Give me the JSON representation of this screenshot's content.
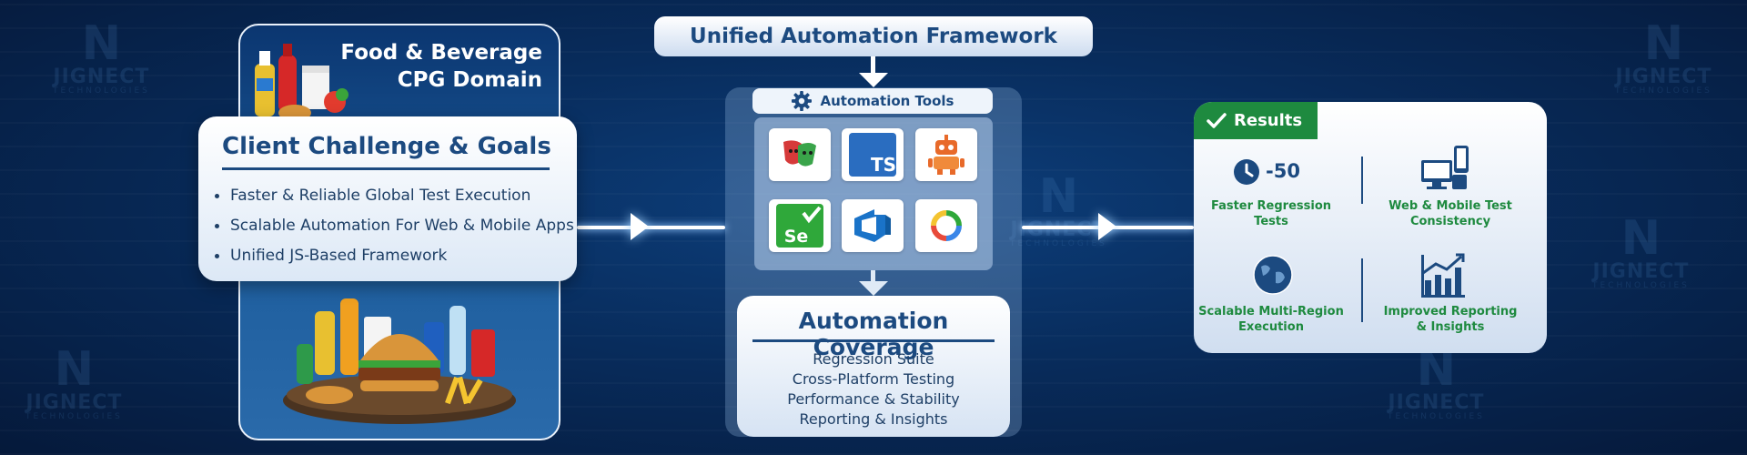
{
  "watermark": {
    "line1": "JIGNECT",
    "line2": "TECHNOLOGIES"
  },
  "domain_card": {
    "title_line1": "Food & Beverage",
    "title_line2": "CPG Domain"
  },
  "challenge": {
    "title": "Client Challenge & Goals",
    "items": [
      "Faster & Reliable Global Test Execution",
      "Scalable Automation For Web & Mobile Apps",
      "Unified JS-Based Framework"
    ]
  },
  "framework": {
    "title": "Unified Automation Framework"
  },
  "tools": {
    "title": "Automation Tools",
    "icons": [
      "playwright-icon",
      "typescript-icon",
      "appium-robot-icon",
      "selenium-icon",
      "azure-devops-icon",
      "looker-chart-icon"
    ],
    "ts_label": "TS",
    "se_label": "Se"
  },
  "coverage": {
    "title": "Automation Coverage",
    "items": [
      "Regression Suite",
      "Cross-Platform Testing",
      "Performance & Stability",
      "Reporting & Insights"
    ]
  },
  "results": {
    "title": "Results",
    "metrics": [
      {
        "value": "-50",
        "label_line1": "Faster Regression",
        "label_line2": "Tests",
        "icon": "clock-icon"
      },
      {
        "value": "",
        "label_line1": "Web & Mobile Test",
        "label_line2": "Consistency",
        "icon": "devices-icon"
      },
      {
        "value": "",
        "label_line1": "Scalable Multi-Region",
        "label_line2": "Execution",
        "icon": "globe-icon"
      },
      {
        "value": "",
        "label_line1": "Improved Reporting",
        "label_line2": "& Insights",
        "icon": "bar-chart-icon"
      }
    ]
  },
  "colors": {
    "navy": "#1c4a80",
    "green": "#1e8a3f",
    "background": "#082c5c"
  }
}
